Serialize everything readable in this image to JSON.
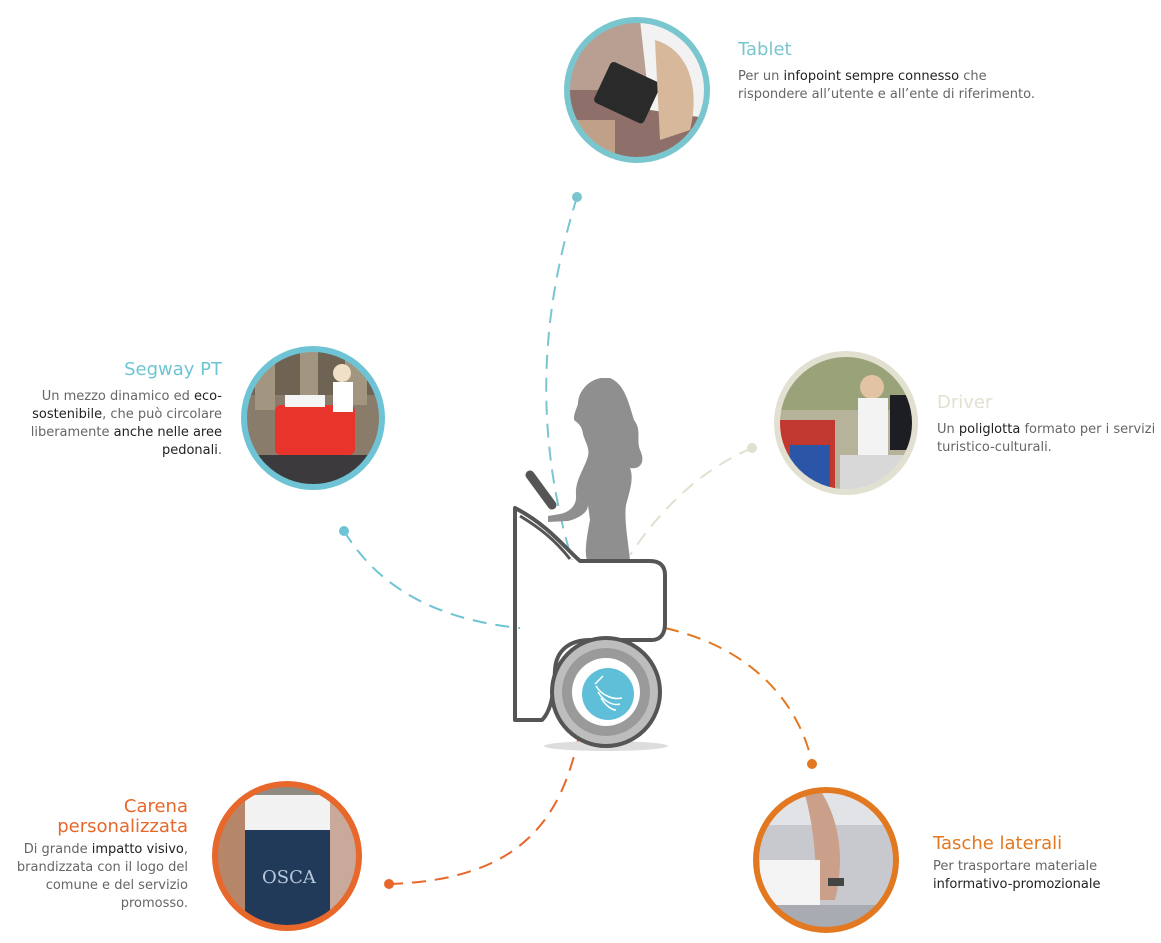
{
  "features": {
    "tablet": {
      "title": "Tablet",
      "text": [
        "Per un ",
        "infopoint sempre connesso",
        " che rispondere all’utente e all’ente di riferimento."
      ],
      "color": "#79c6cf",
      "photo": "tablet-photo"
    },
    "segway": {
      "title": "Segway PT",
      "text": [
        "Un mezzo dinamico ed ",
        "eco-sostenibile",
        ", che può circolare liberamente ",
        "anche nelle aree pedonali",
        "."
      ],
      "color": "#6ec4d4",
      "photo": "segway-photo"
    },
    "driver": {
      "title": "Driver",
      "text": [
        "Un ",
        "poliglotta",
        " formato per i servizi turistico-culturali."
      ],
      "color": "#e2e0d0",
      "photo": "driver-photo"
    },
    "carena": {
      "title_line1": "Carena",
      "title_line2": "personalizzata",
      "text": [
        "Di grande ",
        "impatto visivo",
        ", brandizzata con il logo del comune e del servizio promosso."
      ],
      "color": "#e8672b",
      "photo": "carena-photo"
    },
    "tasche": {
      "title": "Tasche laterali",
      "text": [
        "Per trasportare materiale ",
        "informativo-promozionale"
      ],
      "color": "#e2781f",
      "photo": "tasche-photo"
    }
  },
  "icons": {
    "segway_vehicle": "segway-with-rider-illustration",
    "wheel_logo": "wing-logo-icon"
  }
}
